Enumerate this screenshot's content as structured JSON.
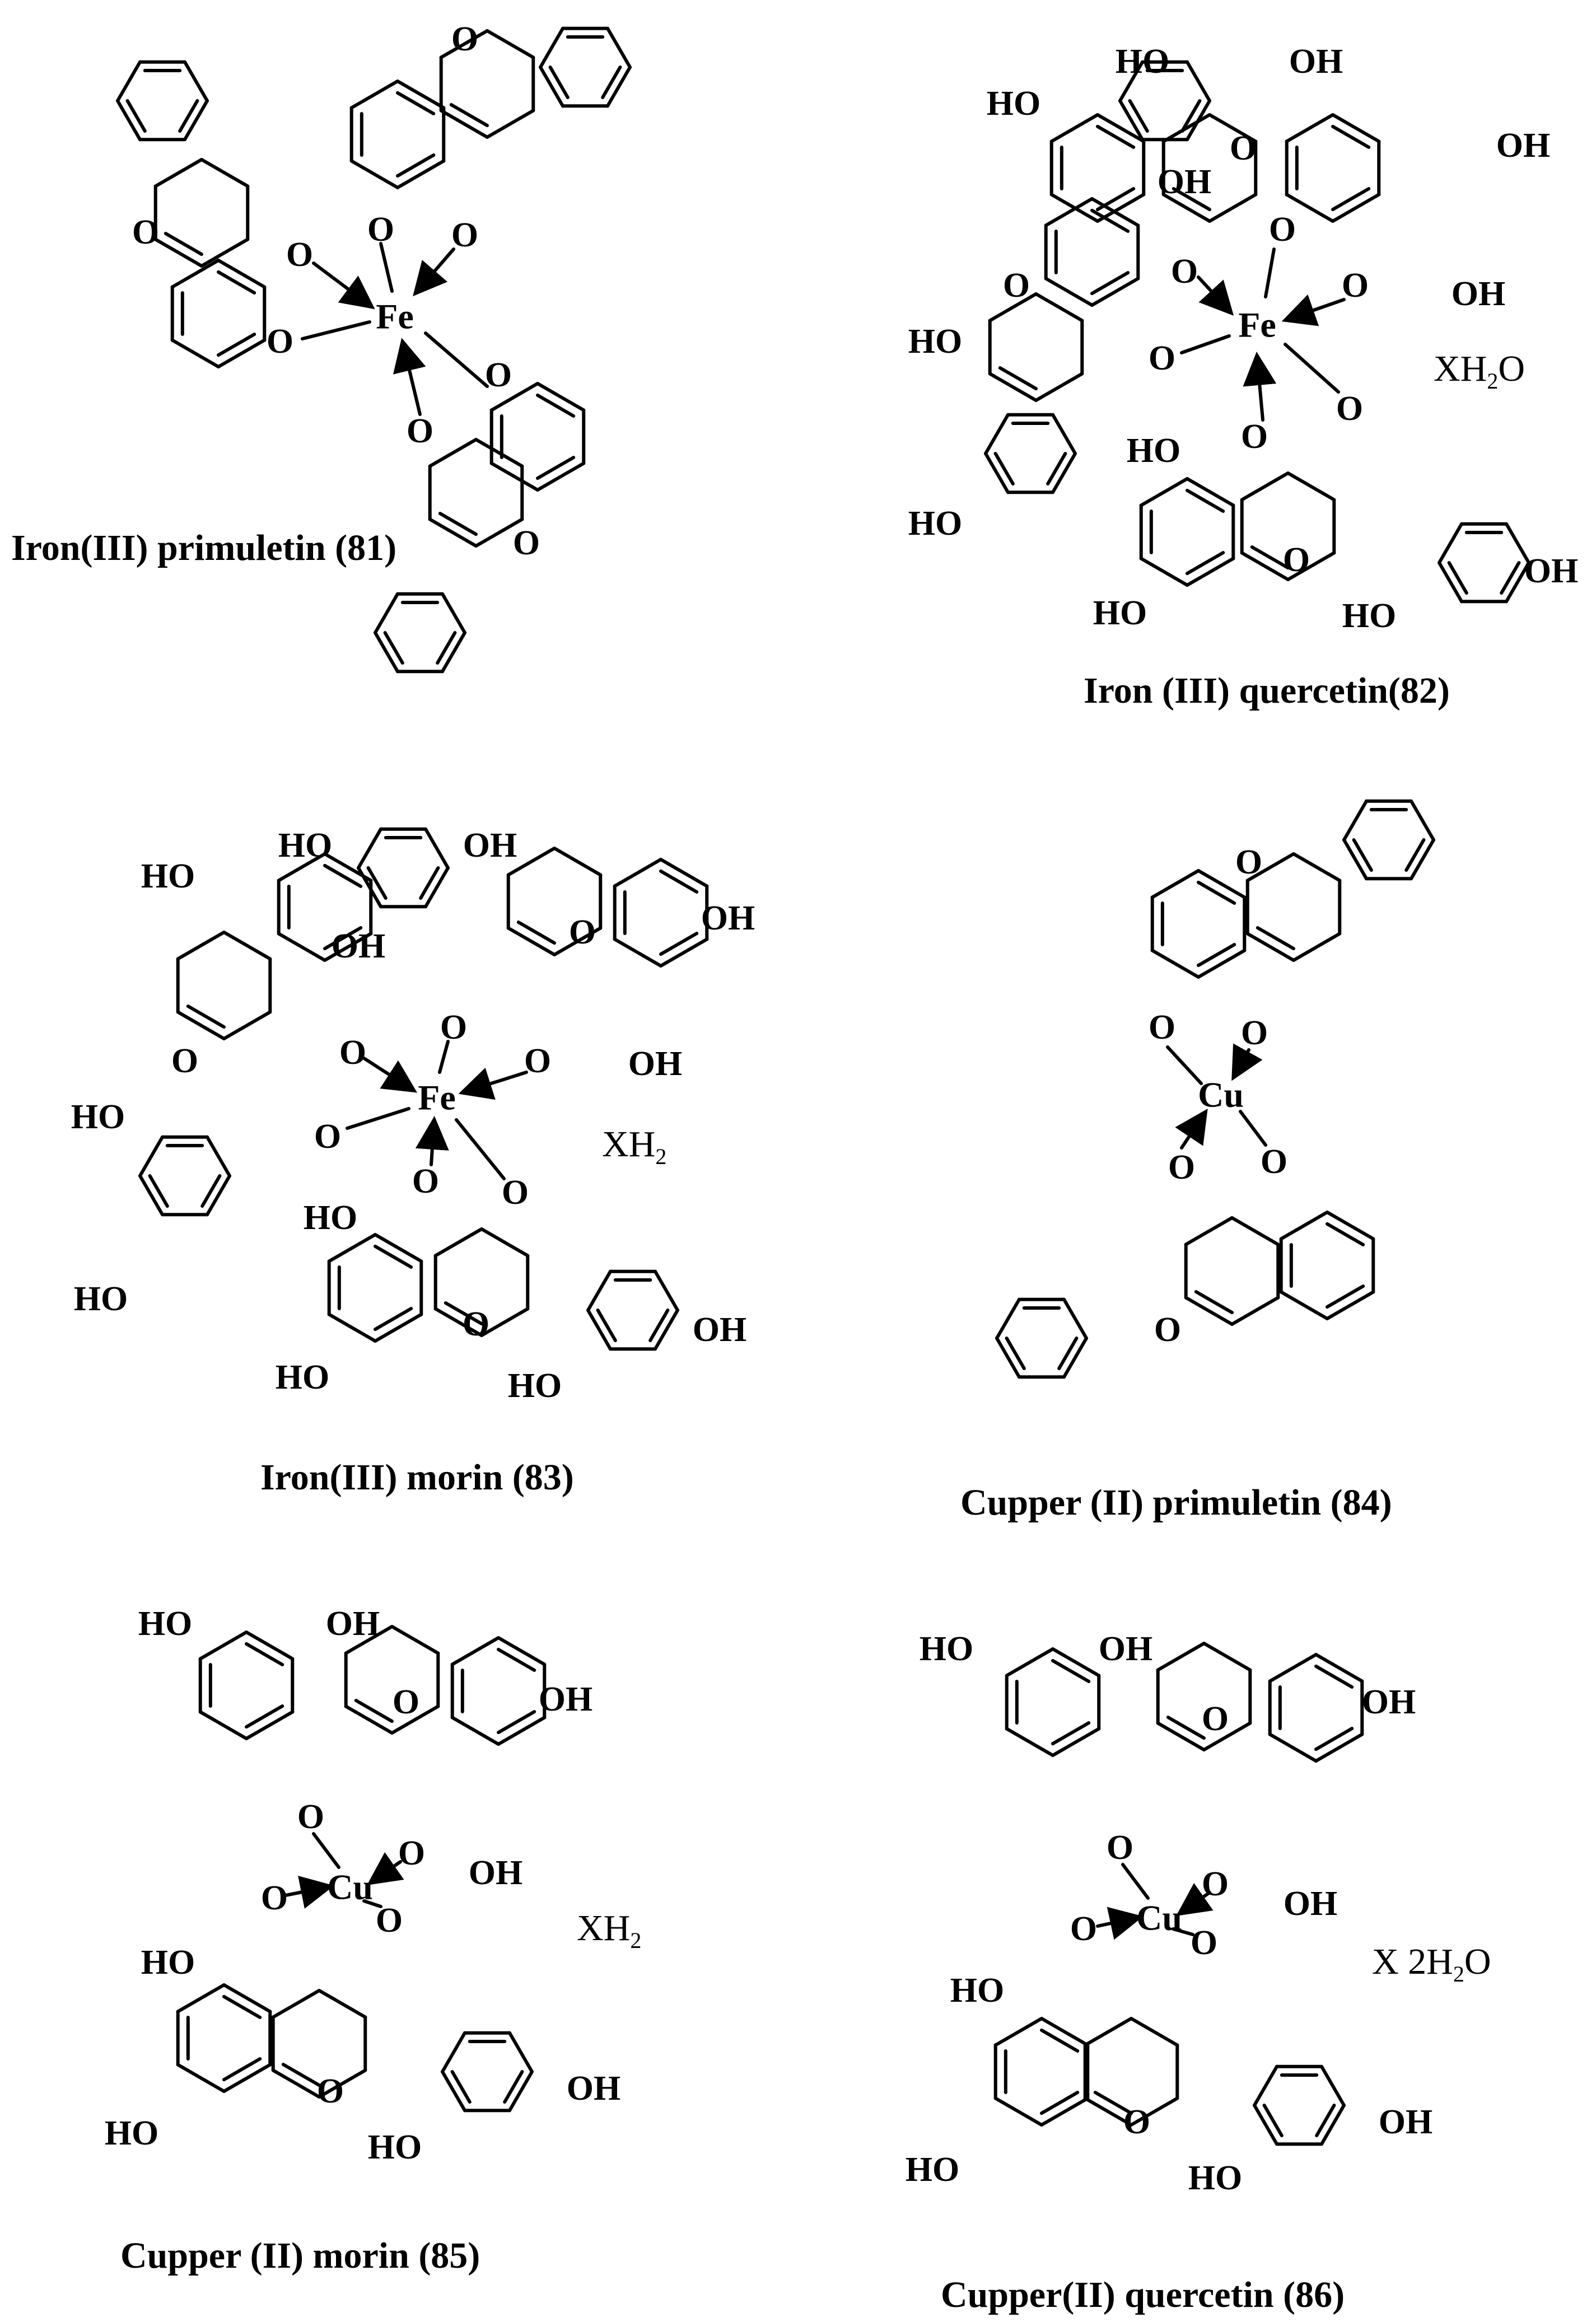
{
  "figure": {
    "atoms": {
      "O": "O",
      "OH": "OH",
      "HO": "HO",
      "Fe": "Fe",
      "Cu": "Cu"
    },
    "complexes": [
      {
        "id": "81",
        "metal": "Fe",
        "caption": "Iron(III) primuletin (81)",
        "hydrate": ""
      },
      {
        "id": "82",
        "metal": "Fe",
        "caption": "Iron (III) quercetin(82)",
        "hydrate": "XH2O"
      },
      {
        "id": "83",
        "metal": "Fe",
        "caption": "Iron(III) morin (83)",
        "hydrate": "XH2"
      },
      {
        "id": "84",
        "metal": "Cu",
        "caption": "Cupper (II) primuletin (84)",
        "hydrate": ""
      },
      {
        "id": "85",
        "metal": "Cu",
        "caption": "Cupper (II) morin (85)",
        "hydrate": "XH2"
      },
      {
        "id": "86",
        "metal": "Cu",
        "caption": "Cupper(II) quercetin (86)",
        "hydrate": "X 2H2O"
      }
    ]
  }
}
